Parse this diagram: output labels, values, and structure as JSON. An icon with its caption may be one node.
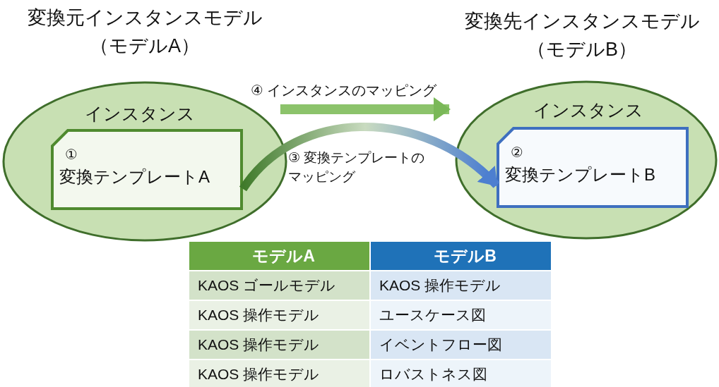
{
  "diagram": {
    "nodes": [
      {
        "text": [
          "変換元インスタンスモデル（モデルA）",
          "インスタンス"
        ]
      },
      {
        "text": [
          "①",
          "変換テンプレートA"
        ],
        "in": 0
      },
      {
        "text": [
          "変換先インスタンスモデル（モデルB）",
          "インスタンス"
        ]
      },
      {
        "text": [
          "②",
          "変換テンプレートB"
        ],
        "in": 2
      }
    ],
    "edges": [
      {
        "from": 0,
        "to": 2,
        "arrow": "to",
        "label": "④ インスタンスのマッピング"
      },
      {
        "from": 1,
        "to": 3,
        "arrow": "to",
        "label": "③ 変換テンプレートのマッピング"
      }
    ],
    "labels": [
      "モデルA",
      "モデルB",
      "KAOS ゴールモデル",
      "KAOS 操作モデル",
      "KAOS 操作モデル",
      "ユースケース図",
      "KAOS 操作モデル",
      "イベントフロー図",
      "KAOS 操作モデル",
      "ロバストネス図"
    ]
  }
}
